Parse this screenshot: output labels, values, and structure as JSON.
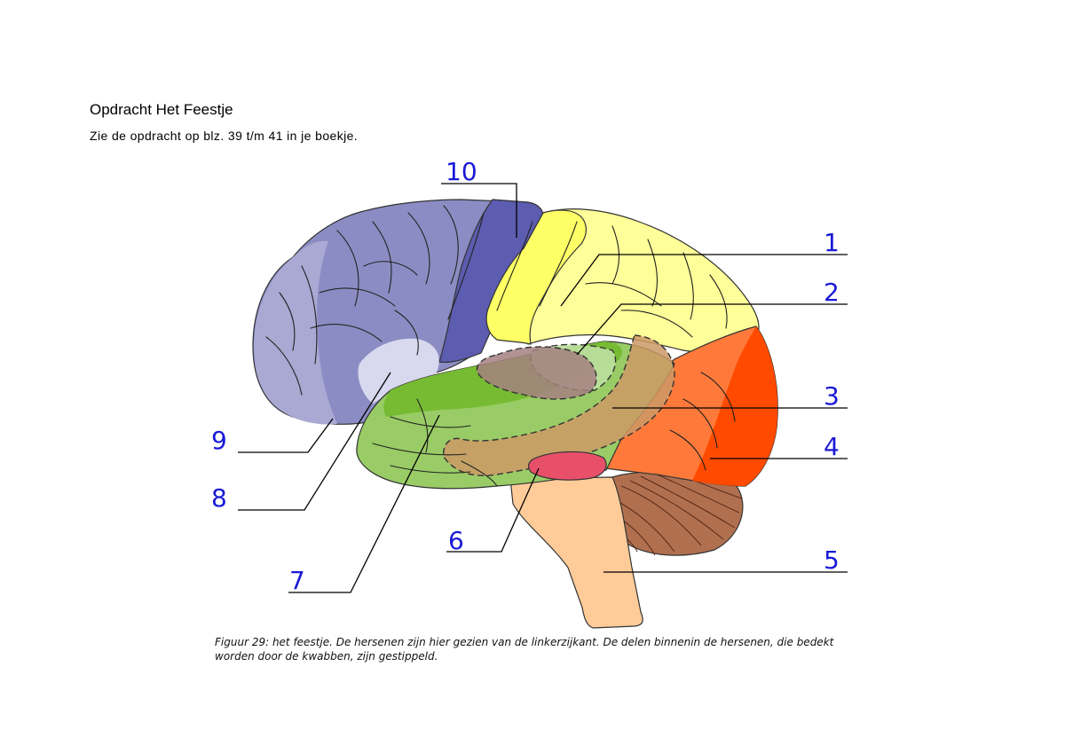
{
  "document": {
    "title": "Opdracht Het Feestje",
    "subtitle": "Zie de opdracht op blz. 39 t/m 41 in je boekje."
  },
  "figure": {
    "caption": "Figuur 29: het feestje. De hersenen zijn hier gezien van de linkerzijkant. De delen binnenin de hersenen, die bedekt worden door de kwabben, zijn gestippeld.",
    "labels": [
      "1",
      "2",
      "3",
      "4",
      "5",
      "6",
      "7",
      "8",
      "9",
      "10"
    ],
    "colors": {
      "frontal_lobe": "#8c8cc4",
      "prefrontal": "#a9a9d4",
      "motor_cortex": "#5c5cb0",
      "somatosensory": "#ffff66",
      "parietal": "#ffff99",
      "occipital": "#ff6a3d",
      "occipital_dark": "#ff4a00",
      "temporal": "#99cc66",
      "temporal_upper": "#77bb33",
      "limbic": "#cc9966",
      "thalamus": "#a58080",
      "hypothalamus": "#e8506a",
      "cerebellum": "#b07050",
      "brainstem": "#ffcc99",
      "orbital": "#d8d8ee",
      "label_blue": "#1a1ad6"
    }
  }
}
